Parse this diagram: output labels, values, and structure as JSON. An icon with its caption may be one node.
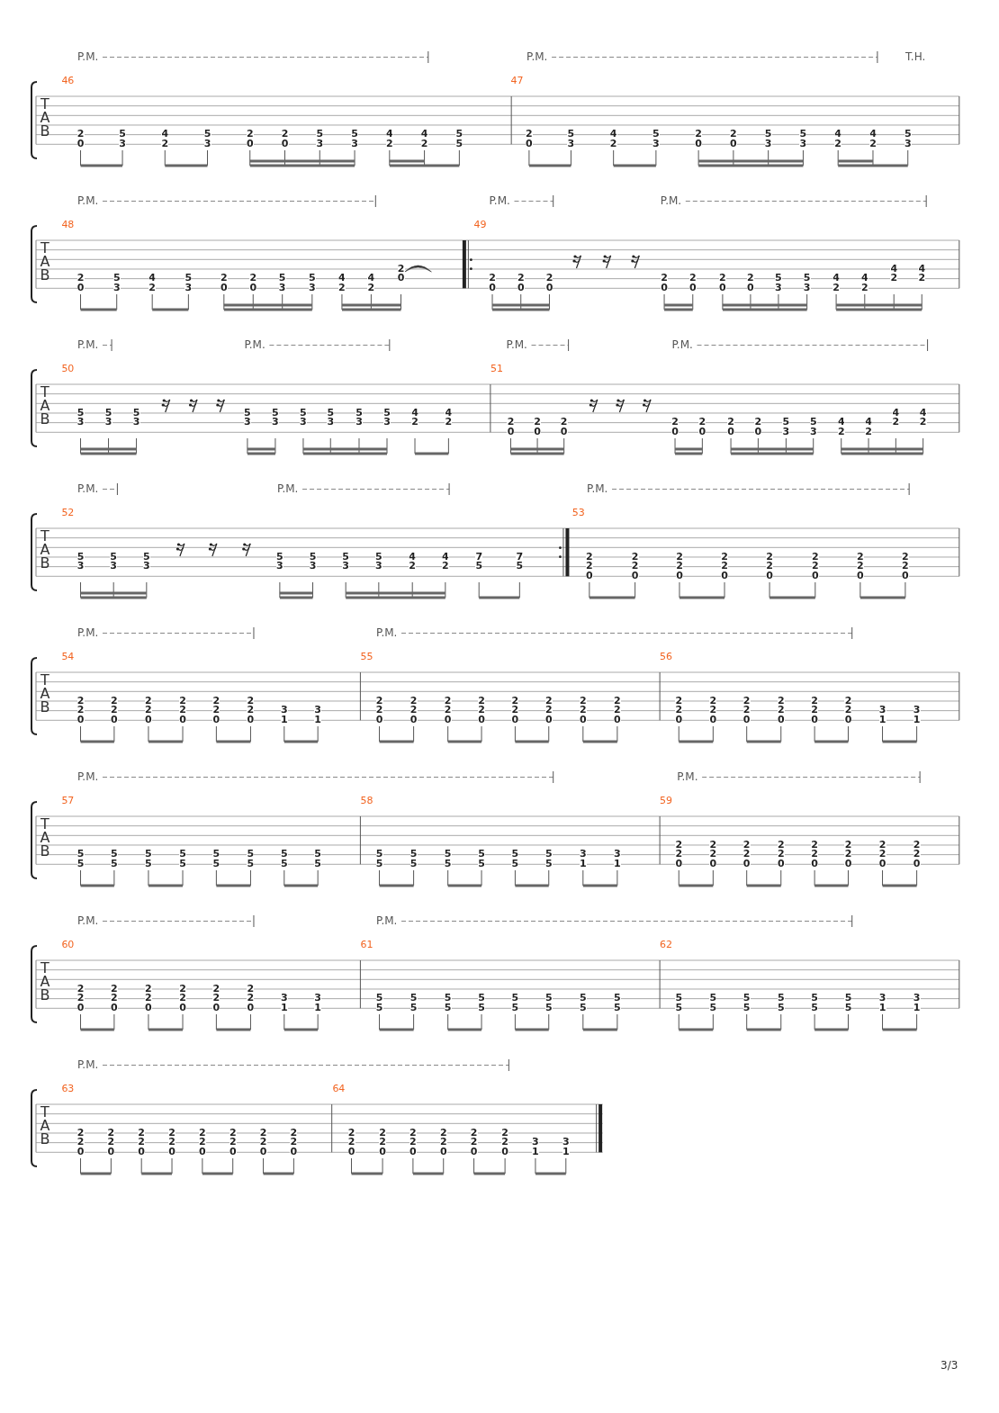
{
  "diagram": {
    "labels": [
      "P.M.",
      "P.M.",
      "T.H.",
      "46",
      "47",
      "T A B",
      "2 0",
      "5 3",
      "4 2",
      "5 3",
      "2 0",
      "2 0",
      "5 3",
      "5 3",
      "4 2",
      "4 2",
      "5 5",
      "2 0",
      "5 3",
      "4 2",
      "5 3",
      "2 0",
      "2 0",
      "5 3",
      "5 3",
      "4 2",
      "4 2",
      "5 3",
      "P.M.",
      "P.M.",
      "P.M.",
      "48",
      "49",
      "T A B",
      "2 0",
      "5 3",
      "4 2",
      "5 3",
      "2 0",
      "2 0",
      "5 3",
      "5 3",
      "4 2",
      "4 2",
      "2 0",
      "2 0",
      "2 0",
      "2 0",
      "2 0",
      "2 0",
      "2 0",
      "2 0",
      "5 3",
      "5 3",
      "4 2",
      "4 2",
      "4 2",
      "4 2",
      "P.M.",
      "P.M.",
      "P.M.",
      "P.M.",
      "50",
      "51",
      "T A B",
      "5 3",
      "5 3",
      "5 3",
      "5 3",
      "5 3",
      "5 3",
      "5 3",
      "5 3",
      "5 3",
      "4 2",
      "4 2",
      "2 0",
      "2 0",
      "2 0",
      "2 0",
      "2 0",
      "2 0",
      "2 0",
      "5 3",
      "5 3",
      "4 2",
      "4 2",
      "4 2",
      "4 2",
      "P.M.",
      "P.M.",
      "P.M.",
      "52",
      "53",
      "T A B",
      "5 3",
      "5 3",
      "5 3",
      "5 3",
      "5 3",
      "5 3",
      "5 3",
      "4 2",
      "4 2",
      "7 5",
      "7 5",
      "2 2 0",
      "2 2 0",
      "2 2 0",
      "2 2 0",
      "2 2 0",
      "2 2 0",
      "2 2 0",
      "2 2 0",
      "P.M.",
      "P.M.",
      "54",
      "55",
      "56",
      "T A B",
      "2 2 0",
      "2 2 0",
      "2 2 0",
      "2 2 0",
      "2 2 0",
      "2 2 0",
      "3 1",
      "3 1",
      "2 2 0",
      "2 2 0",
      "2 2 0",
      "2 2 0",
      "2 2 0",
      "2 2 0",
      "2 2 0",
      "2 2 0",
      "2 2 0",
      "2 2 0",
      "2 2 0",
      "2 2 0",
      "2 2 0",
      "2 2 0",
      "3 1",
      "3 1",
      "P.M.",
      "P.M.",
      "57",
      "58",
      "59",
      "T A B",
      "5 5",
      "5 5",
      "5 5",
      "5 5",
      "5 5",
      "5 5",
      "5 5",
      "5 5",
      "5 5",
      "5 5",
      "5 5",
      "5 5",
      "5 5",
      "5 5",
      "3 1",
      "3 1",
      "2 2 0",
      "2 2 0",
      "2 2 0",
      "2 2 0",
      "2 2 0",
      "2 2 0",
      "2 2 0",
      "2 2 0",
      "P.M.",
      "P.M.",
      "60",
      "61",
      "62",
      "T A B",
      "2 2 0",
      "2 2 0",
      "2 2 0",
      "2 2 0",
      "2 2 0",
      "2 2 0",
      "3 1",
      "3 1",
      "5 5",
      "5 5",
      "5 5",
      "5 5",
      "5 5",
      "5 5",
      "5 5",
      "5 5",
      "5 5",
      "5 5",
      "5 5",
      "5 5",
      "5 5",
      "5 5",
      "3 1",
      "3 1",
      "P.M.",
      "63",
      "64",
      "T A B",
      "2 2 0",
      "2 2 0",
      "2 2 0",
      "2 2 0",
      "2 2 0",
      "2 2 0",
      "2 2 0",
      "2 2 0",
      "2 2 0",
      "2 2 0",
      "2 2 0",
      "2 2 0",
      "2 2 0",
      "2 2 0",
      "3 1",
      "3 1",
      "3/3"
    ]
  }
}
